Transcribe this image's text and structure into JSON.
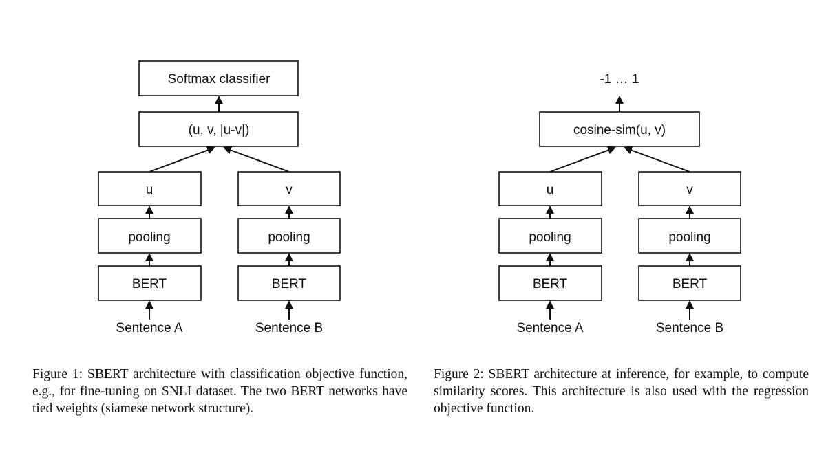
{
  "figure1": {
    "top_box": "Softmax classifier",
    "combine_box": "(u, v, |u-v|)",
    "left_branch": {
      "output": "u",
      "pooling": "pooling",
      "encoder": "BERT",
      "input": "Sentence A"
    },
    "right_branch": {
      "output": "v",
      "pooling": "pooling",
      "encoder": "BERT",
      "input": "Sentence B"
    },
    "caption": "Figure 1: SBERT architecture with classification objective function, e.g., for fine-tuning on SNLI dataset. The two BERT networks have tied weights (siamese network structure)."
  },
  "figure2": {
    "output_range": "-1 … 1",
    "combine_box": "cosine-sim(u, v)",
    "left_branch": {
      "output": "u",
      "pooling": "pooling",
      "encoder": "BERT",
      "input": "Sentence A"
    },
    "right_branch": {
      "output": "v",
      "pooling": "pooling",
      "encoder": "BERT",
      "input": "Sentence B"
    },
    "caption": "Figure 2: SBERT architecture at inference, for example, to compute similarity scores. This architecture is also used with the regression objective function."
  }
}
